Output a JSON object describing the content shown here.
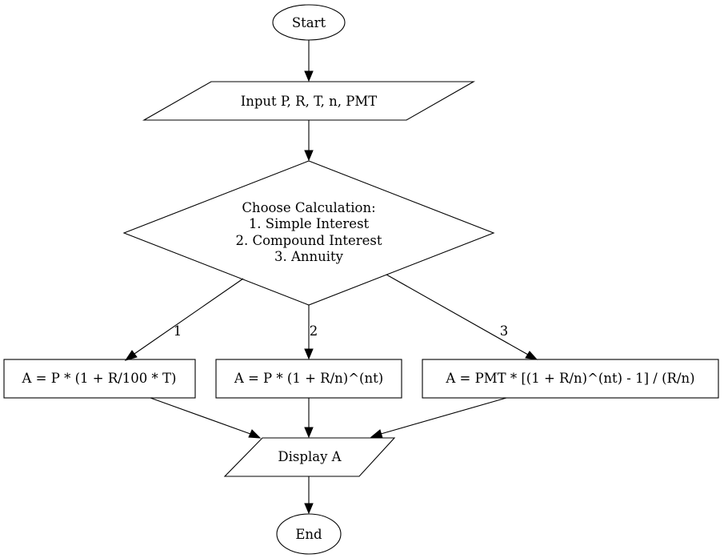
{
  "nodes": {
    "start": {
      "label": "Start"
    },
    "input": {
      "label": "Input P, R, T, n, PMT"
    },
    "decision": {
      "lines": [
        "Choose Calculation:",
        "1. Simple Interest",
        "2. Compound Interest",
        "3. Annuity"
      ]
    },
    "simple": {
      "label": "A = P * (1 + R/100 * T)"
    },
    "compound": {
      "label": "A = P * (1 + R/n)^(nt)"
    },
    "annuity": {
      "label": "A = PMT * [(1 + R/n)^(nt) - 1] / (R/n)"
    },
    "display": {
      "label": "Display A"
    },
    "end": {
      "label": "End"
    }
  },
  "edges": {
    "to_simple": {
      "label": "1"
    },
    "to_compound": {
      "label": "2"
    },
    "to_annuity": {
      "label": "3"
    }
  }
}
